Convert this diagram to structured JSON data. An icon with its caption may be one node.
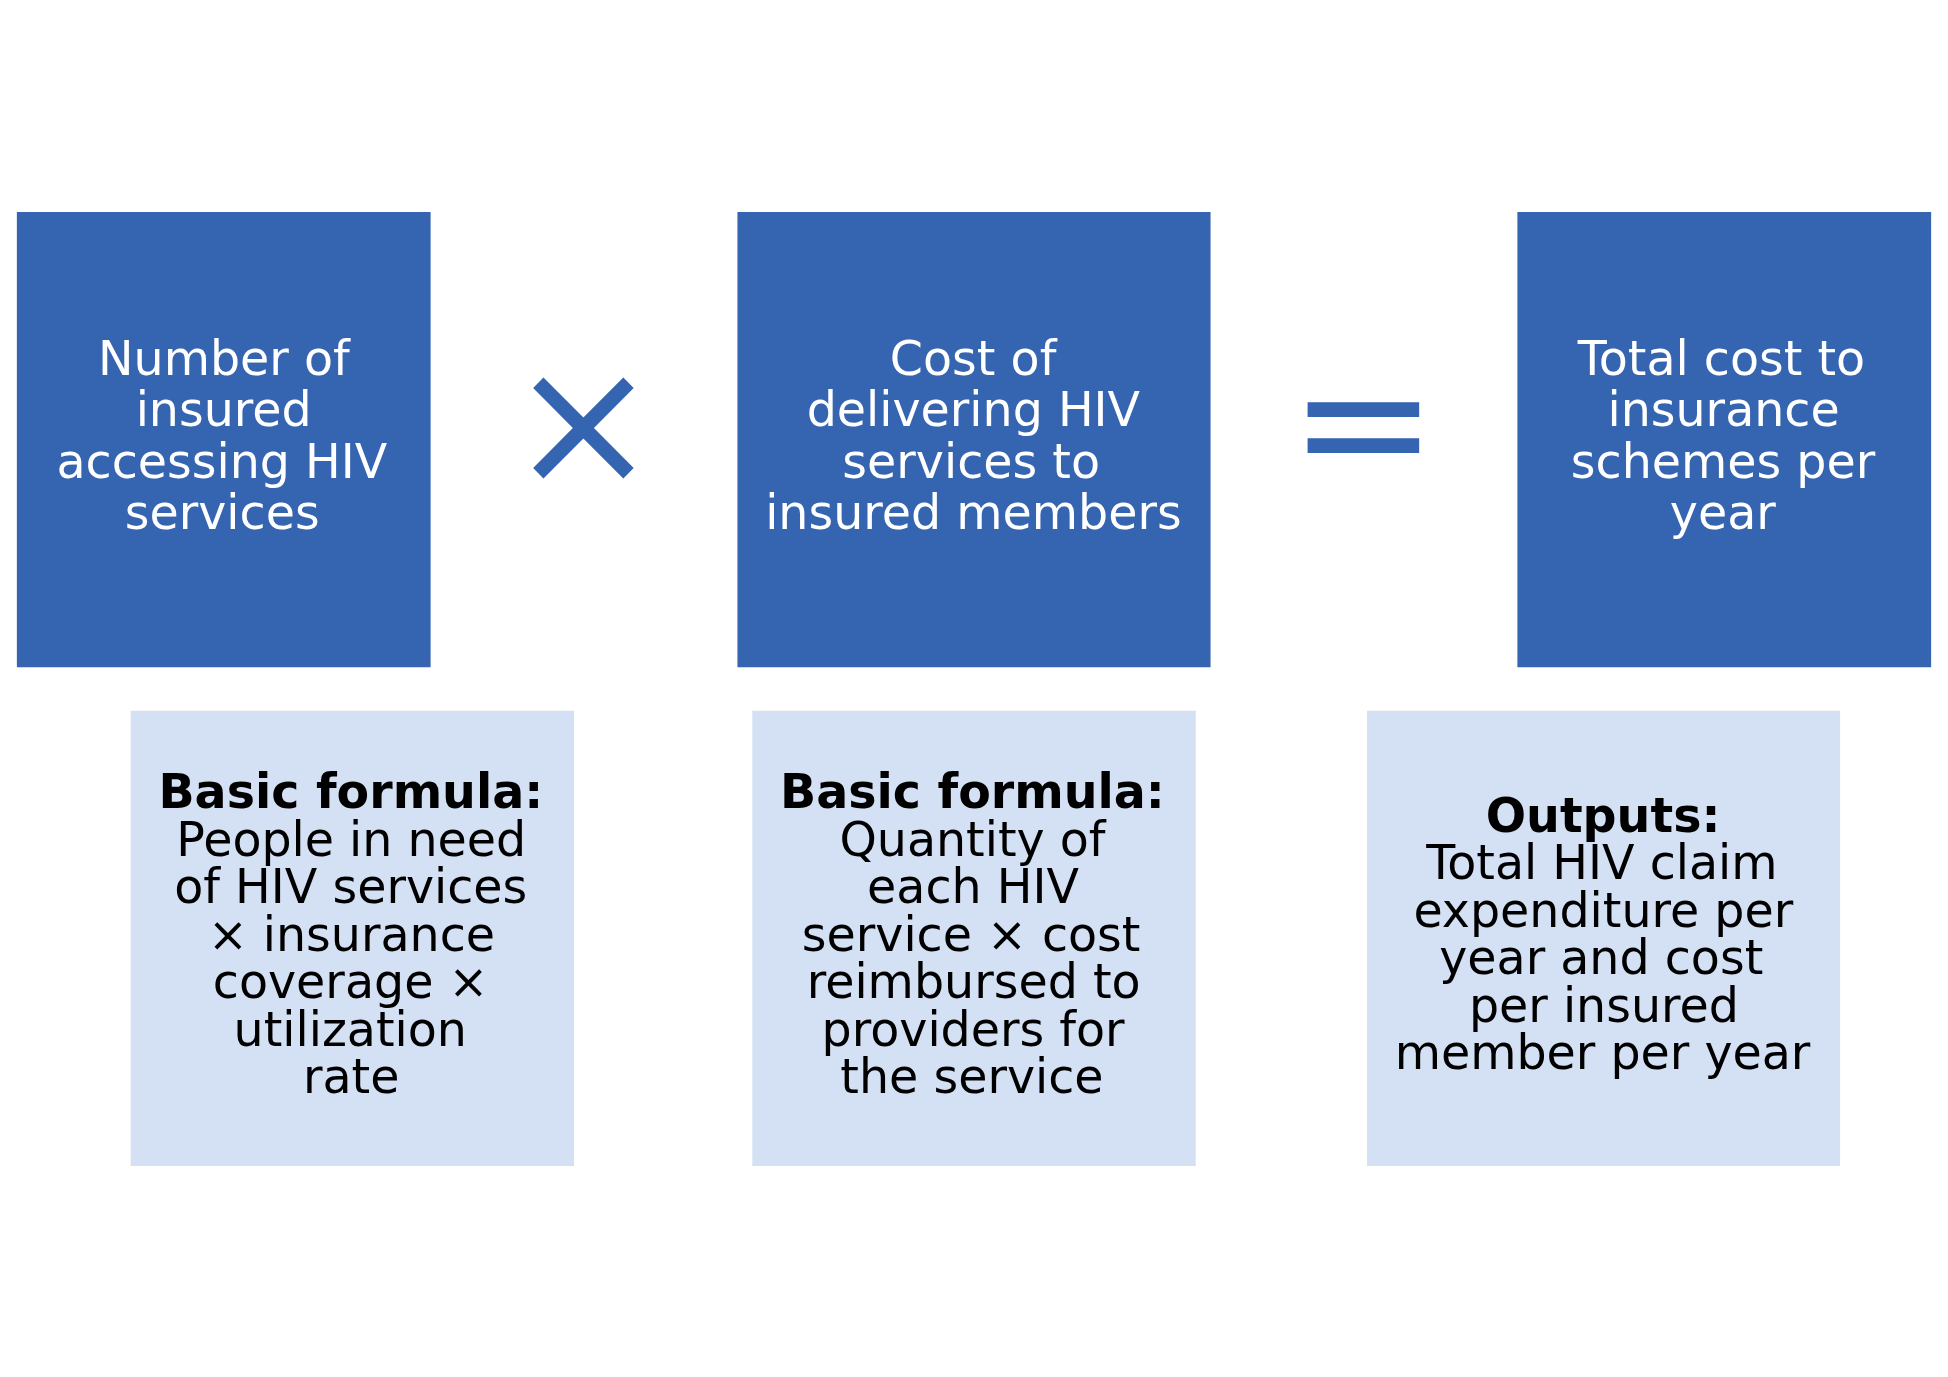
{
  "diagram": {
    "nodes": [
      {
        "text": [
          "Number of insured accessing HIV services"
        ]
      },
      {
        "text": [
          "Cost of delivering HIV services to insured members"
        ]
      },
      {
        "text": [
          "Total cost to insurance schemes per year"
        ]
      },
      {
        "text": [
          "Basic formula:",
          "People in need of HIV services × insurance coverage × utilization rate"
        ]
      },
      {
        "text": [
          "Basic formula:",
          "Quantity of each HIV service × cost reimbursed to providers for the service"
        ]
      },
      {
        "text": [
          "Outputs:",
          "Total HIV claim expenditure per year and cost per insured member per year"
        ]
      }
    ],
    "edges": [],
    "labels": [
      "×",
      "="
    ]
  }
}
